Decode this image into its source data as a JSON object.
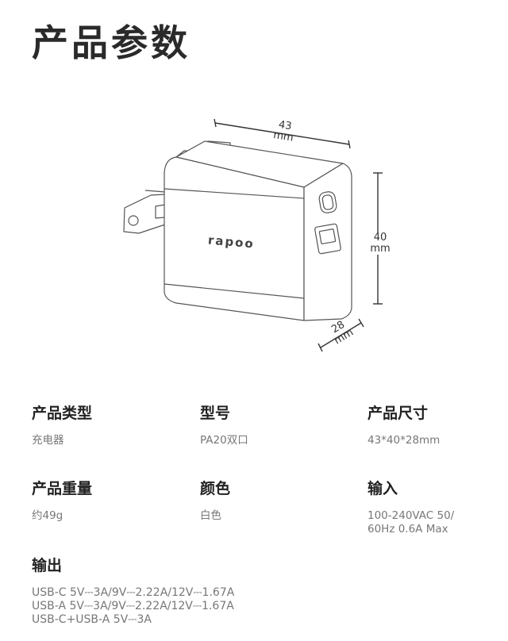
{
  "title": "产品参数",
  "figure": {
    "brand": "rapoo",
    "width": {
      "value": "43",
      "unit": "mm"
    },
    "height": {
      "value": "40",
      "unit": "mm"
    },
    "depth": {
      "value": "28",
      "unit": "mm"
    }
  },
  "specs": [
    {
      "label": "产品类型",
      "value": "充电器"
    },
    {
      "label": "型号",
      "value": "PA20双口"
    },
    {
      "label": "产品尺寸",
      "value": "43*40*28mm"
    },
    {
      "label": "产品重量",
      "value": "约49g"
    },
    {
      "label": "颜色",
      "value": "白色"
    },
    {
      "label": "输入",
      "value": "100-240VAC 50/ 60Hz 0.6A Max"
    }
  ],
  "output": {
    "label": "输出",
    "lines": [
      "USB-C   5V⎓3A/9V⎓2.22A/12V⎓1.67A",
      "USB-A   5V⎓3A/9V⎓2.22A/12V⎓1.67A",
      "USB-C+USB-A   5V⎓3A"
    ]
  }
}
